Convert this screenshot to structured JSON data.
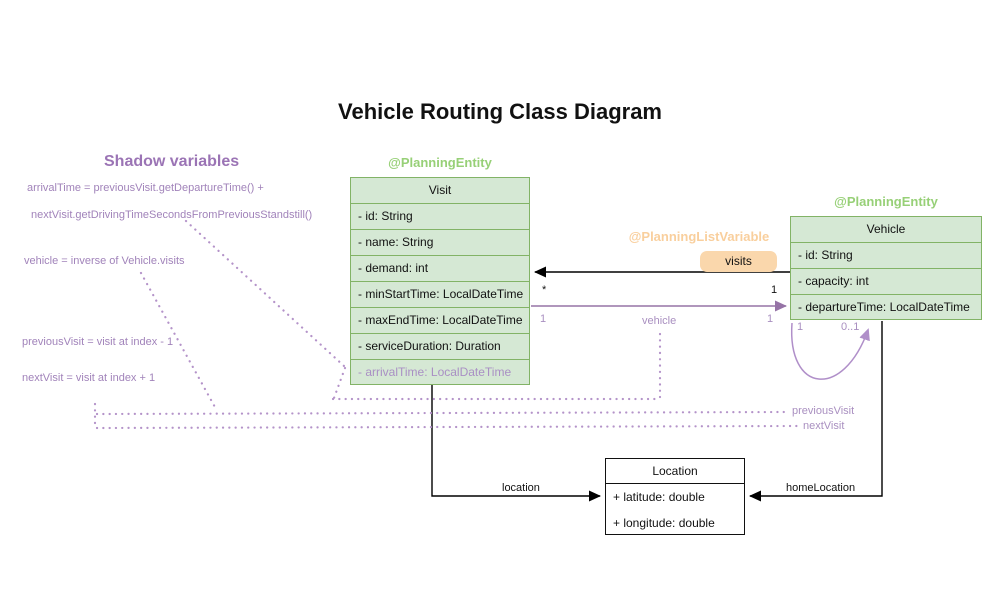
{
  "title": "Vehicle Routing Class Diagram",
  "shadow_variables": {
    "heading": "Shadow variables",
    "formulas": [
      "arrivalTime = previousVisit.getDepartureTime() +",
      "nextVisit.getDrivingTimeSecondsFromPreviousStandstill()",
      "vehicle = inverse of Vehicle.visits",
      "previousVisit = visit at index - 1",
      "nextVisit = visit at index + 1"
    ]
  },
  "annotations": {
    "visit_entity": "@PlanningEntity",
    "vehicle_entity": "@PlanningEntity",
    "planning_list_variable": "@PlanningListVariable"
  },
  "classes": {
    "visit": {
      "name": "Visit",
      "attributes": [
        "- id: String",
        "- name: String",
        "- demand: int",
        "- minStartTime: LocalDateTime",
        "- maxEndTime: LocalDateTime",
        "- serviceDuration: Duration",
        "- arrivalTime: LocalDateTime"
      ]
    },
    "vehicle": {
      "name": "Vehicle",
      "attributes": [
        "- id: String",
        "- capacity: int",
        "- departureTime: LocalDateTime"
      ]
    },
    "location": {
      "name": "Location",
      "attributes": [
        "+ latitude: double",
        "+ longitude: double"
      ]
    }
  },
  "relations": {
    "visits": {
      "label": "visits",
      "target_mult": "*",
      "source_mult": "1"
    },
    "vehicle": {
      "label": "vehicle",
      "left_mult": "1",
      "right_mult": "1"
    },
    "vehicle_self_loop": {
      "left_mult": "1",
      "right_mult": "0..1"
    },
    "previous_visit": {
      "label": "previousVisit"
    },
    "next_visit": {
      "label": "nextVisit"
    },
    "location": {
      "label": "location"
    },
    "home_location": {
      "label": "homeLocation"
    }
  },
  "colors": {
    "entity_annotation_green": "#97d077",
    "class_fill_green": "#d5e8d4",
    "class_border_green": "#82b366",
    "list_variable_orange": "#f9cf9d",
    "badge_orange_bg": "#fad7ac",
    "shadow_purple": "#9673a6",
    "dotted_purple": "#b493c9",
    "edge_black": "#000000"
  }
}
